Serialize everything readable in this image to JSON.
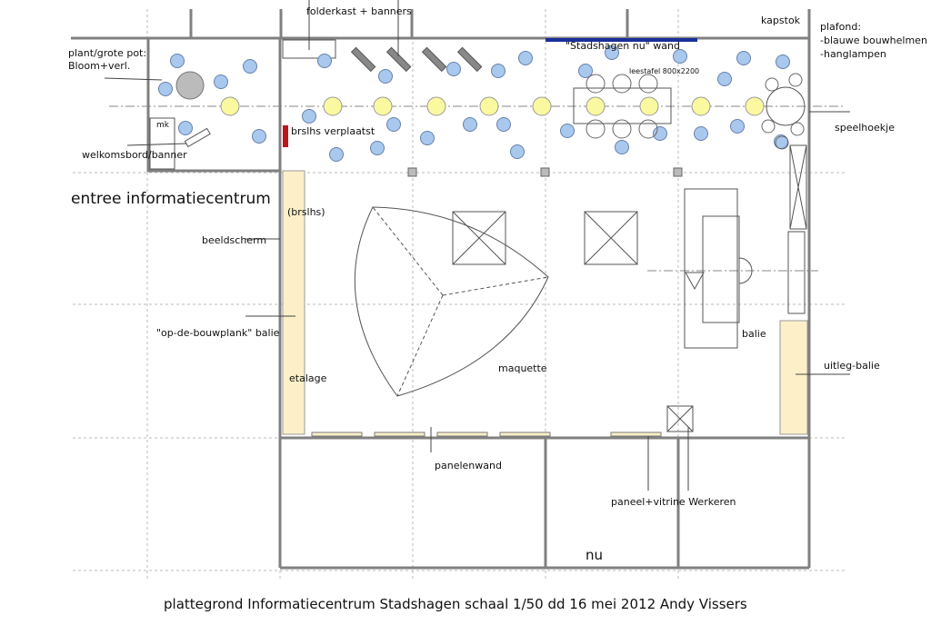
{
  "labels": {
    "folderkast": "folderkast + banners",
    "kapstok": "kapstok",
    "plafond_1": "plafond:",
    "plafond_2": "-blauwe bouwhelmen",
    "plafond_3": "-hanglampen",
    "plant_1": "plant/grote pot:",
    "plant_2": "Bloom+verl.",
    "stadshagen_wand": "\"Stadshagen nu\" wand",
    "leestafel": "leestafel 800x2200",
    "mk": "mk",
    "brslhs_verplaatst": "brslhs verplaatst",
    "speelhoekje": "speelhoekje",
    "welkomsbord": "welkomsbord/banner",
    "entree": "entree  informatiecentrum",
    "brslhs": "(brslhs)",
    "beeldscherm": "beeldscherm",
    "bouwplank": "\"op-de-bouwplank\" balie",
    "etalage": "etalage",
    "maquette": "maquette",
    "balie": "balie",
    "uitleg_balie": "uitleg-balie",
    "panelenwand": "panelenwand",
    "paneel_vitrine": "paneel+vitrine Werkeren",
    "nu": "nu"
  },
  "footer": {
    "title": "plattegrond  Informatiecentrum Stadshagen  schaal 1/50 dd 16 mei 2012  Andy Vissers"
  },
  "colors": {
    "wall": "#808080",
    "helmet": "#a9c8ee",
    "lamp": "#fbf9a0",
    "counter": "#fdf0c8",
    "blue_wall": "#1a2f9a",
    "red": "#c0141c"
  }
}
